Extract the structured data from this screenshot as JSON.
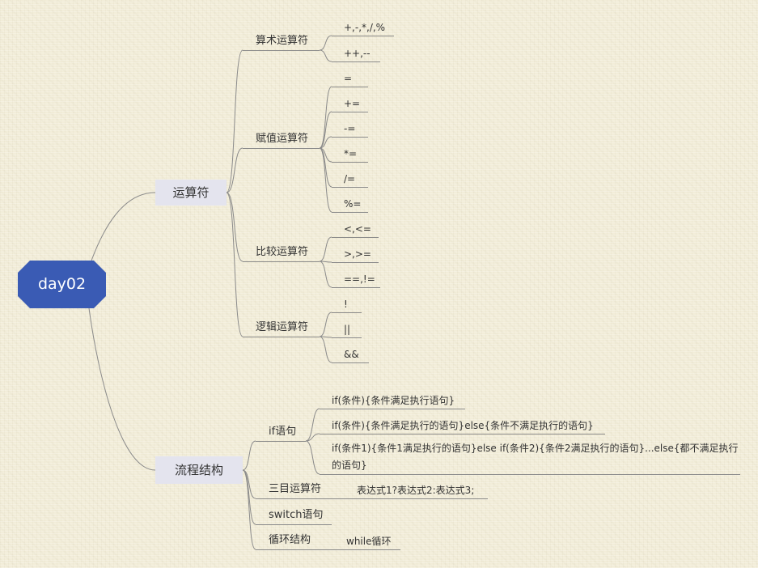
{
  "root": {
    "label": "day02"
  },
  "branches": [
    {
      "label": "运算符",
      "children": [
        {
          "label": "算术运算符",
          "children": [
            "+,-,*,/,%",
            "++,--"
          ]
        },
        {
          "label": "赋值运算符",
          "children": [
            "=",
            "+=",
            "-=",
            "*=",
            "/=",
            "%="
          ]
        },
        {
          "label": "比较运算符",
          "children": [
            "<,<=",
            ">,>=",
            "==,!="
          ]
        },
        {
          "label": "逻辑运算符",
          "children": [
            "!",
            "||",
            "&&"
          ]
        }
      ]
    },
    {
      "label": "流程结构",
      "children": [
        {
          "label": "if语句",
          "children": [
            "if(条件){条件满足执行语句}",
            "if(条件){条件满足执行的语句}else{条件不满足执行的语句}",
            "if(条件1){条件1满足执行的语句}else if(条件2){条件2满足执行的语句}...else{都不满足执行的语句}"
          ]
        },
        {
          "label": "三目运算符",
          "children": [
            "表达式1?表达式2:表达式3;"
          ]
        },
        {
          "label": "switch语句",
          "children": []
        },
        {
          "label": "循环结构",
          "children": [
            "while循环"
          ]
        }
      ]
    }
  ],
  "colors": {
    "background": "#f2edd9",
    "root": "#3a5bb4",
    "root_text": "#ffffff",
    "branch_box": "#e4e4ee",
    "line": "#8a8a8a",
    "text": "#333333"
  }
}
